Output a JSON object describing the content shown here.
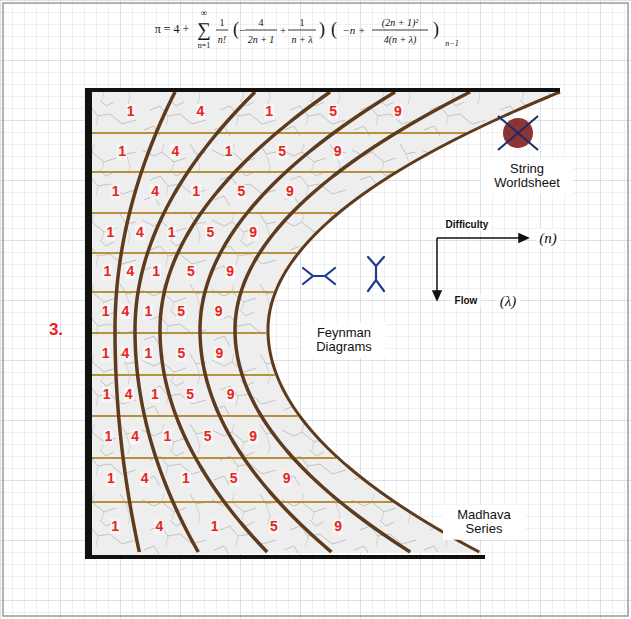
{
  "diagram": {
    "labels": [
      "π = 4 +",
      "∑",
      "∞",
      "n=1",
      "1",
      "n!",
      "(",
      "−",
      "4",
      "2n + 1",
      "+",
      "1",
      "n + λ",
      ")",
      "(",
      "−n +",
      "(2n + 1)²",
      "4(n + λ)",
      ")",
      "n−1",
      "3.",
      "1",
      "4",
      "1",
      "5",
      "9",
      "1",
      "4",
      "1",
      "5",
      "9",
      "1",
      "4",
      "1",
      "5",
      "9",
      "1",
      "4",
      "1",
      "5",
      "9",
      "1",
      "4",
      "1",
      "5",
      "9",
      "1",
      "4",
      "1",
      "5",
      "9",
      "1",
      "4",
      "1",
      "5",
      "9",
      "1",
      "4",
      "1",
      "5",
      "9",
      "1",
      "4",
      "1",
      "5",
      "9",
      "1",
      "4",
      "1",
      "5",
      "9",
      "1",
      "4",
      "1",
      "5",
      "9",
      "String Worldsheet",
      "Difficulty",
      "(n)",
      "Flow",
      "(λ)",
      "Feynman Diagrams",
      "Madhava Series"
    ]
  }
}
